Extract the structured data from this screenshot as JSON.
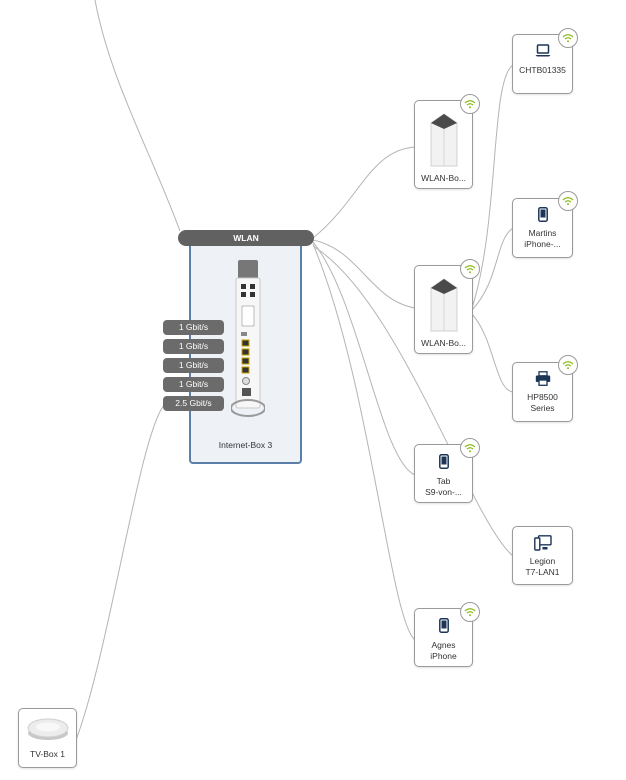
{
  "colors": {
    "wire": "#b4b4b4",
    "node_border": "#9a9a9a",
    "hub_border": "#5a7fa8",
    "hub_fill": "#eef2f6",
    "pill": "#6b6b6b",
    "wifi": "#8dbb1d",
    "icon": "#1d3557"
  },
  "hub": {
    "name": "Internet-Box 3",
    "wlan_label": "WLAN",
    "ports": [
      "1 Gbit/s",
      "1 Gbit/s",
      "1 Gbit/s",
      "1 Gbit/s",
      "2.5 Gbit/s"
    ]
  },
  "devices": {
    "repeater_1": {
      "label": "WLAN-Bo...",
      "icon": "wlan-box-icon",
      "wifi": true
    },
    "repeater_2": {
      "label": "WLAN-Bo...",
      "icon": "wlan-box-icon",
      "wifi": true
    },
    "tab_s9": {
      "label": "Tab\nS9-von-...",
      "icon": "phone-icon",
      "wifi": true
    },
    "agnes_iphone": {
      "label": "Agnes\niPhone",
      "icon": "phone-icon",
      "wifi": true
    },
    "cht_laptop": {
      "label": "CHTB01335",
      "icon": "laptop-icon",
      "wifi": true
    },
    "martins_iphone": {
      "label": "Martins\niPhone-...",
      "icon": "phone-icon",
      "wifi": true
    },
    "hp_printer": {
      "label": "HP8500\nSeries",
      "icon": "printer-icon",
      "wifi": true
    },
    "legion": {
      "label": "Legion\nT7-LAN1",
      "icon": "desktop-icon",
      "wifi": false
    },
    "tv_box": {
      "label": "TV-Box 1",
      "icon": "tv-box-icon",
      "wifi": false
    }
  }
}
